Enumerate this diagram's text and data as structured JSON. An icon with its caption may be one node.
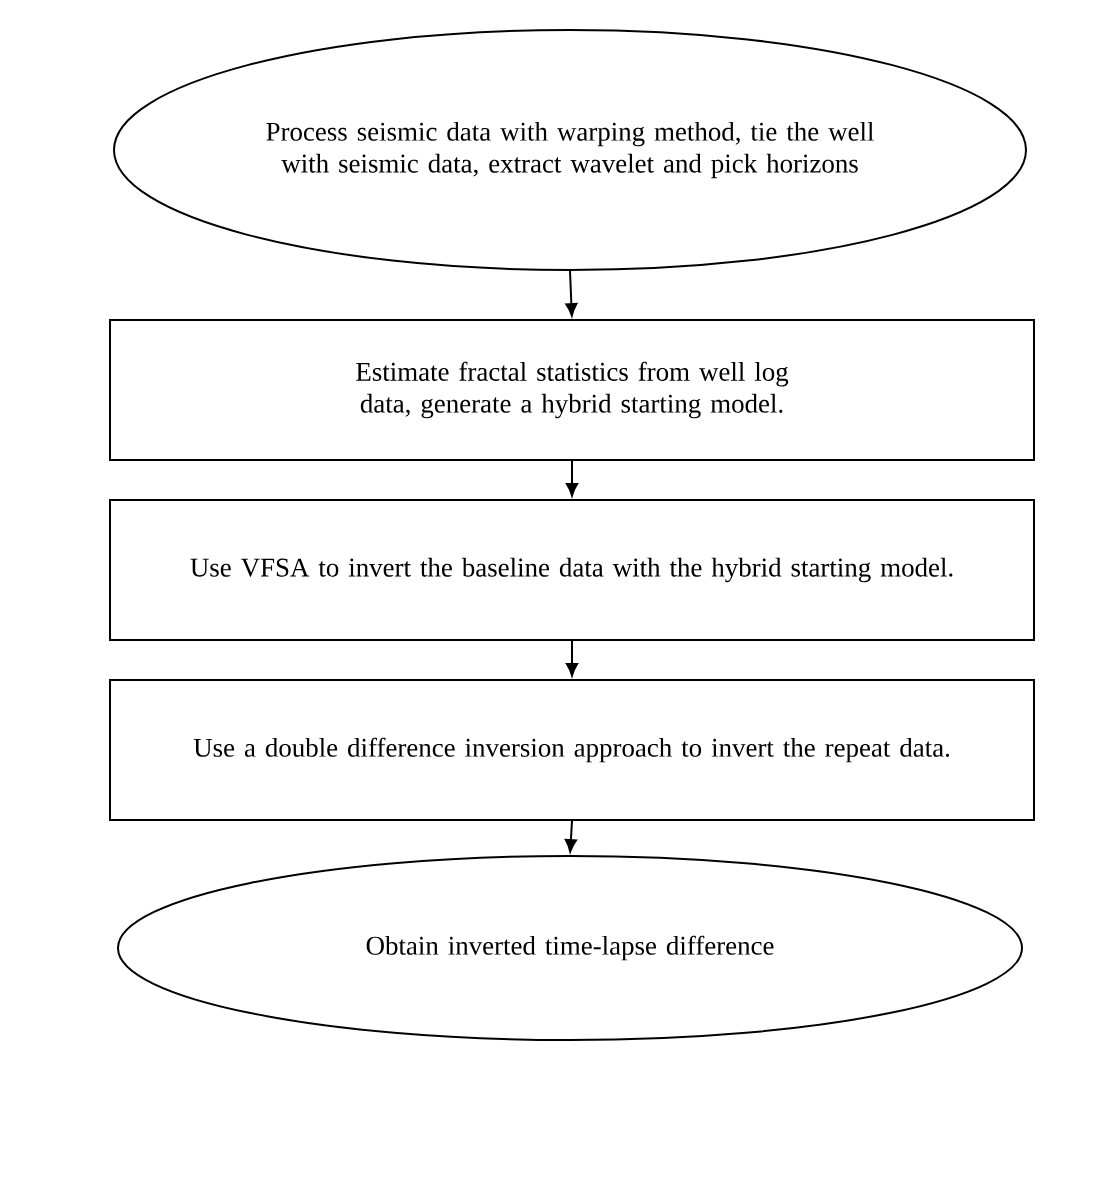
{
  "diagram": {
    "nodes": [
      {
        "text": [
          "Process seismic data with warping method, tie the well with seismic data, extract wavelet and pick horizons"
        ]
      },
      {
        "text": [
          "Estimate fractal statistics from well log data, generate a hybrid starting model."
        ]
      },
      {
        "text": [
          "Use VFSA to invert the baseline data with the hybrid starting model."
        ]
      },
      {
        "text": [
          "Use a double difference inversion approach to invert the repeat data."
        ]
      },
      {
        "text": [
          "Obtain inverted time-lapse difference"
        ]
      }
    ],
    "edges": [
      {
        "from": 0,
        "to": 1,
        "arrow": "to"
      },
      {
        "from": 1,
        "to": 2,
        "arrow": "to"
      },
      {
        "from": 2,
        "to": 3,
        "arrow": "to"
      },
      {
        "from": 3,
        "to": 4,
        "arrow": "to"
      }
    ]
  }
}
